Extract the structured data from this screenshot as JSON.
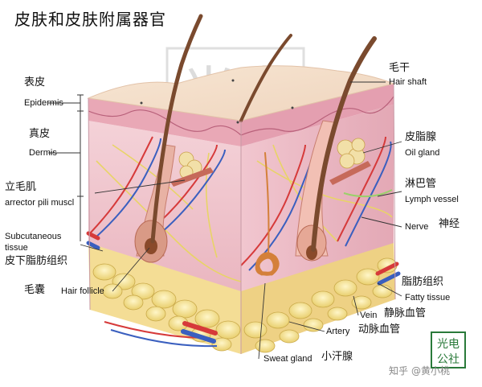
{
  "title": "皮肤和皮肤附属器官",
  "labels": {
    "epidermis_zh": "表皮",
    "epidermis_en": "Epidermis",
    "dermis_zh": "真皮",
    "dermis_en": "Dermis",
    "arrector_zh": "立毛肌",
    "arrector_en": "arrector pili muscl",
    "subcut_en_1": "Subcutaneous",
    "subcut_en_2": "tissue",
    "subcut_zh": "皮下脂肪组织",
    "follicle_zh": "毛囊",
    "follicle_en": "Hair follicle",
    "shaft_zh": "毛干",
    "shaft_en": "Hair shaft",
    "oil_zh": "皮脂腺",
    "oil_en": "Oil gland",
    "lymph_zh": "淋巴管",
    "lymph_en": "Lymph vessel",
    "nerve_en": "Nerve",
    "nerve_zh": "神经",
    "fat_zh": "脂肪组织",
    "fat_en": "Fatty tissue",
    "vein_en": "Vein",
    "vein_zh": "静脉血管",
    "artery_en": "Artery",
    "artery_zh": "动脉血管",
    "sweat_en": "Sweat gland",
    "sweat_zh": "小汗腺"
  },
  "stamp": {
    "line1": "光电",
    "line2": "公社"
  },
  "credit": {
    "platform": "知乎",
    "author": "@黄小桃"
  },
  "colors": {
    "epidermis": "#f3dcc8",
    "dermis": "#f0c9d0",
    "subcutaneous": "#f6e2a0",
    "hair": "#8a5a3a",
    "artery": "#d63a3a",
    "vein": "#3a5fbf",
    "nerve": "#f2e26a"
  }
}
